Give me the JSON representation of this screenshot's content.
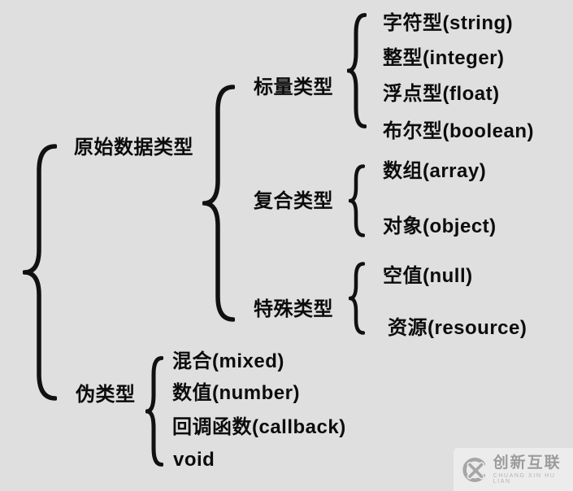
{
  "canvas": {
    "background_color": "#dfdfdf",
    "text_color": "#0c0c0c",
    "brace_color": "#111111"
  },
  "tree": {
    "root": {
      "groups": [
        {
          "label": "原始数据类型",
          "subgroups": [
            {
              "label": "标量类型",
              "items": [
                "字符型(string)",
                "整型(integer)",
                "浮点型(float)",
                "布尔型(boolean)"
              ]
            },
            {
              "label": "复合类型",
              "items": [
                "数组(array)",
                "对象(object)"
              ]
            },
            {
              "label": "特殊类型",
              "items": [
                "空值(null)",
                "资源(resource)"
              ]
            }
          ]
        },
        {
          "label": "伪类型",
          "items": [
            "混合(mixed)",
            "数值(number)",
            "回调函数(callback)",
            "void"
          ]
        }
      ]
    }
  },
  "watermark": {
    "name": "创新互联",
    "subtitle": "CHUANG XIN HU LIAN",
    "color": "#9c9c9c"
  }
}
